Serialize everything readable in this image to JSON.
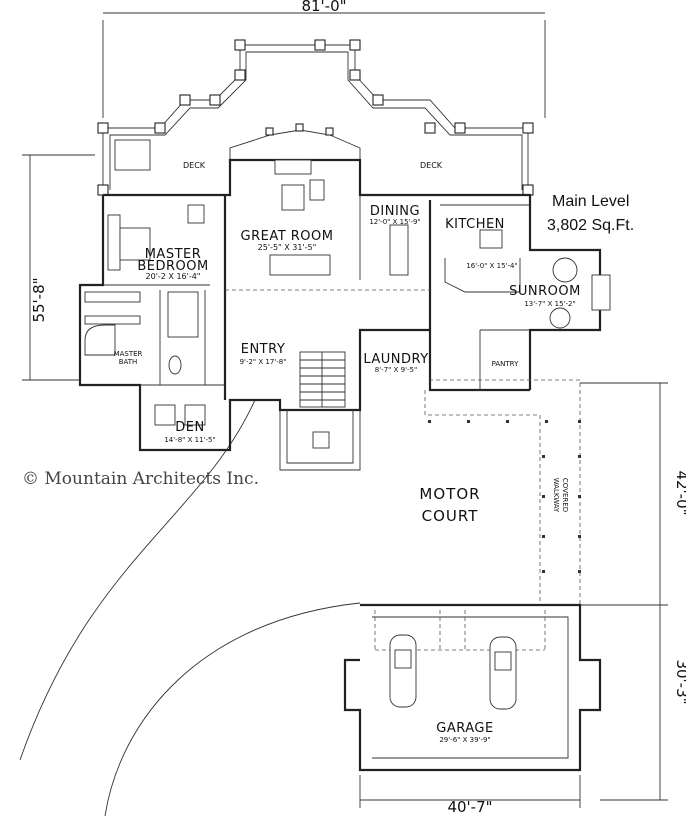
{
  "dimensions": {
    "top_width": "81'-0\"",
    "left_depth": "55'-8\"",
    "right_walkway": "42'-0\"",
    "right_garage": "30'-3\"",
    "bottom_width": "40'-7\""
  },
  "summary": {
    "level": "Main Level",
    "area": "3,802  Sq.Ft."
  },
  "copyright": "© Mountain Architects Inc.",
  "rooms": {
    "deck_left": "DECK",
    "deck_right": "DECK",
    "great_room": "GREAT ROOM",
    "great_room_dim": "25'-5\" X 31'-5\"",
    "dining": "DINING",
    "dining_dim": "12'-0\" X 15'-9\"",
    "kitchen": "KITCHEN",
    "kitchen_dim": "16'-0\" X 15'-4\"",
    "master_bedroom_1": "MASTER",
    "master_bedroom_2": "BEDROOM",
    "master_bedroom_dim": "20'-2 X 16'-4\"",
    "master_bath_1": "MASTER",
    "master_bath_2": "BATH",
    "sunroom": "SUNROOM",
    "sunroom_dim": "13'-7\" X 15'-2\"",
    "entry": "ENTRY",
    "entry_dim": "9'-2\" X 17'-8\"",
    "laundry": "LAUNDRY",
    "laundry_dim": "8'-7\" X 9'-5\"",
    "pantry": "PANTRY",
    "den": "DEN",
    "den_dim": "14'-8\" X 11'-5\"",
    "motor_court_1": "MOTOR",
    "motor_court_2": "COURT",
    "covered_walkway_1": "COVERED",
    "covered_walkway_2": "WALKWAY",
    "garage": "GARAGE",
    "garage_dim": "29'-6\" X 39'-9\""
  }
}
